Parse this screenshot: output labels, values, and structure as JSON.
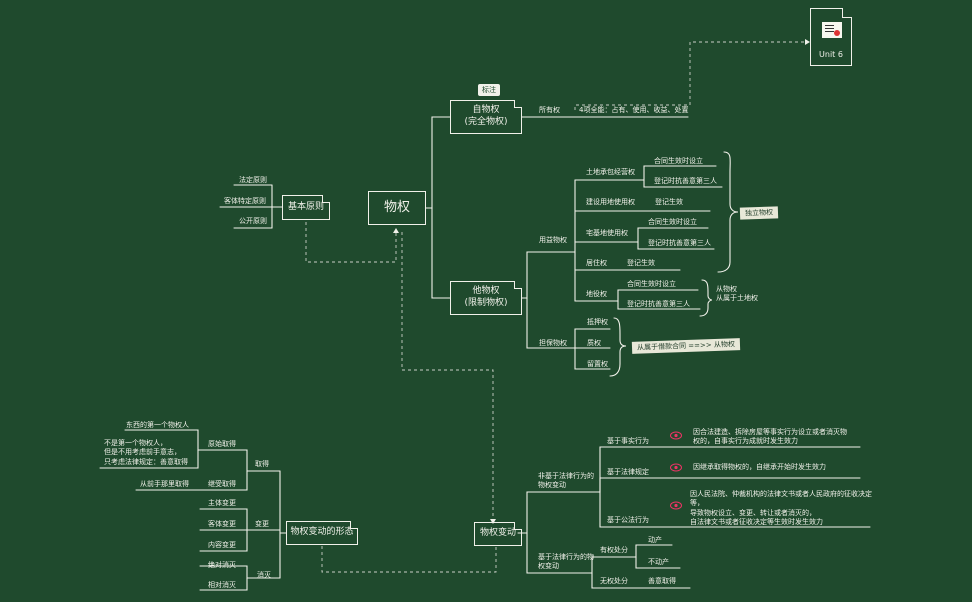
{
  "unit_label": "Unit 6",
  "center": "物权",
  "basic": {
    "title": "基本原则",
    "items": [
      "法定原则",
      "客体特定原则",
      "公开原则"
    ]
  },
  "own": {
    "title": "自物权",
    "sub": "(完全物权)",
    "tag": "标注",
    "child": "所有权",
    "detail": "4项全能：占有、使用、收益、处置"
  },
  "other": {
    "title": "他物权",
    "sub": "(限制物权)",
    "usufruct": "用益物权",
    "security": "担保物权",
    "land_contract": "土地承包经营权",
    "lc_1": "合同生效时设立",
    "lc_2": "登记时抗善意第三人",
    "construction": "建设用地使用权",
    "construction_1": "登记生效",
    "homestead": "宅基地使用权",
    "hs_1": "合同生效时设立",
    "hs_2": "登记时抗善意第三人",
    "residence": "居住权",
    "residence_1": "登记生效",
    "servitude": "地役权",
    "sv_1": "合同生效时设立",
    "sv_2": "登记时抗善意第三人",
    "independent": "独立物权",
    "accessory_1": "从物权",
    "accessory_2": "从属于土地权",
    "mortgage": "抵押权",
    "pledge": "质权",
    "lien": "留置权",
    "security_note": "从属于借款合同 ==>> 从物权"
  },
  "forms": {
    "title": "物权变动的形态",
    "acquire": "取得",
    "original": "原始取得",
    "o1": "东西的第一个物权人",
    "o2_l1": "不是第一个物权人，",
    "o2_l2": "但是不用考虑前手意志，",
    "o2_l3": "只考虑法律规定：善意取得",
    "derived": "继受取得",
    "d1": "从前手那里取得",
    "change": "变更",
    "c1": "主体变更",
    "c2": "客体变更",
    "c3": "内容变更",
    "extinct": "消灭",
    "e1": "绝对消灭",
    "e2": "相对消灭"
  },
  "change": {
    "title": "物权变动",
    "nonlegal": "非基于法律行为的物权变动",
    "fact": "基于事实行为",
    "fact_note_l1": "因合法建造、拆除房屋等事实行为设立或者消灭物",
    "fact_note_l2": "权的，自事实行为成就时发生效力",
    "law": "基于法律规定",
    "law_note": "因继承取得物权的，自继承开始时发生效力",
    "public": "基于公法行为",
    "public_l1": "因人民法院、仲裁机构的法律文书或者人民政府的征收决定",
    "public_l2": "等，",
    "public_l3": "导致物权设立、变更、转让或者消灭的，",
    "public_l4": "自法律文书或者征收决定等生效时发生效力",
    "legal": "基于法律行为的物权变动",
    "with_right": "有权处分",
    "movable": "动产",
    "immovable": "不动产",
    "without_right": "无权处分",
    "bona_fide": "善意取得"
  }
}
